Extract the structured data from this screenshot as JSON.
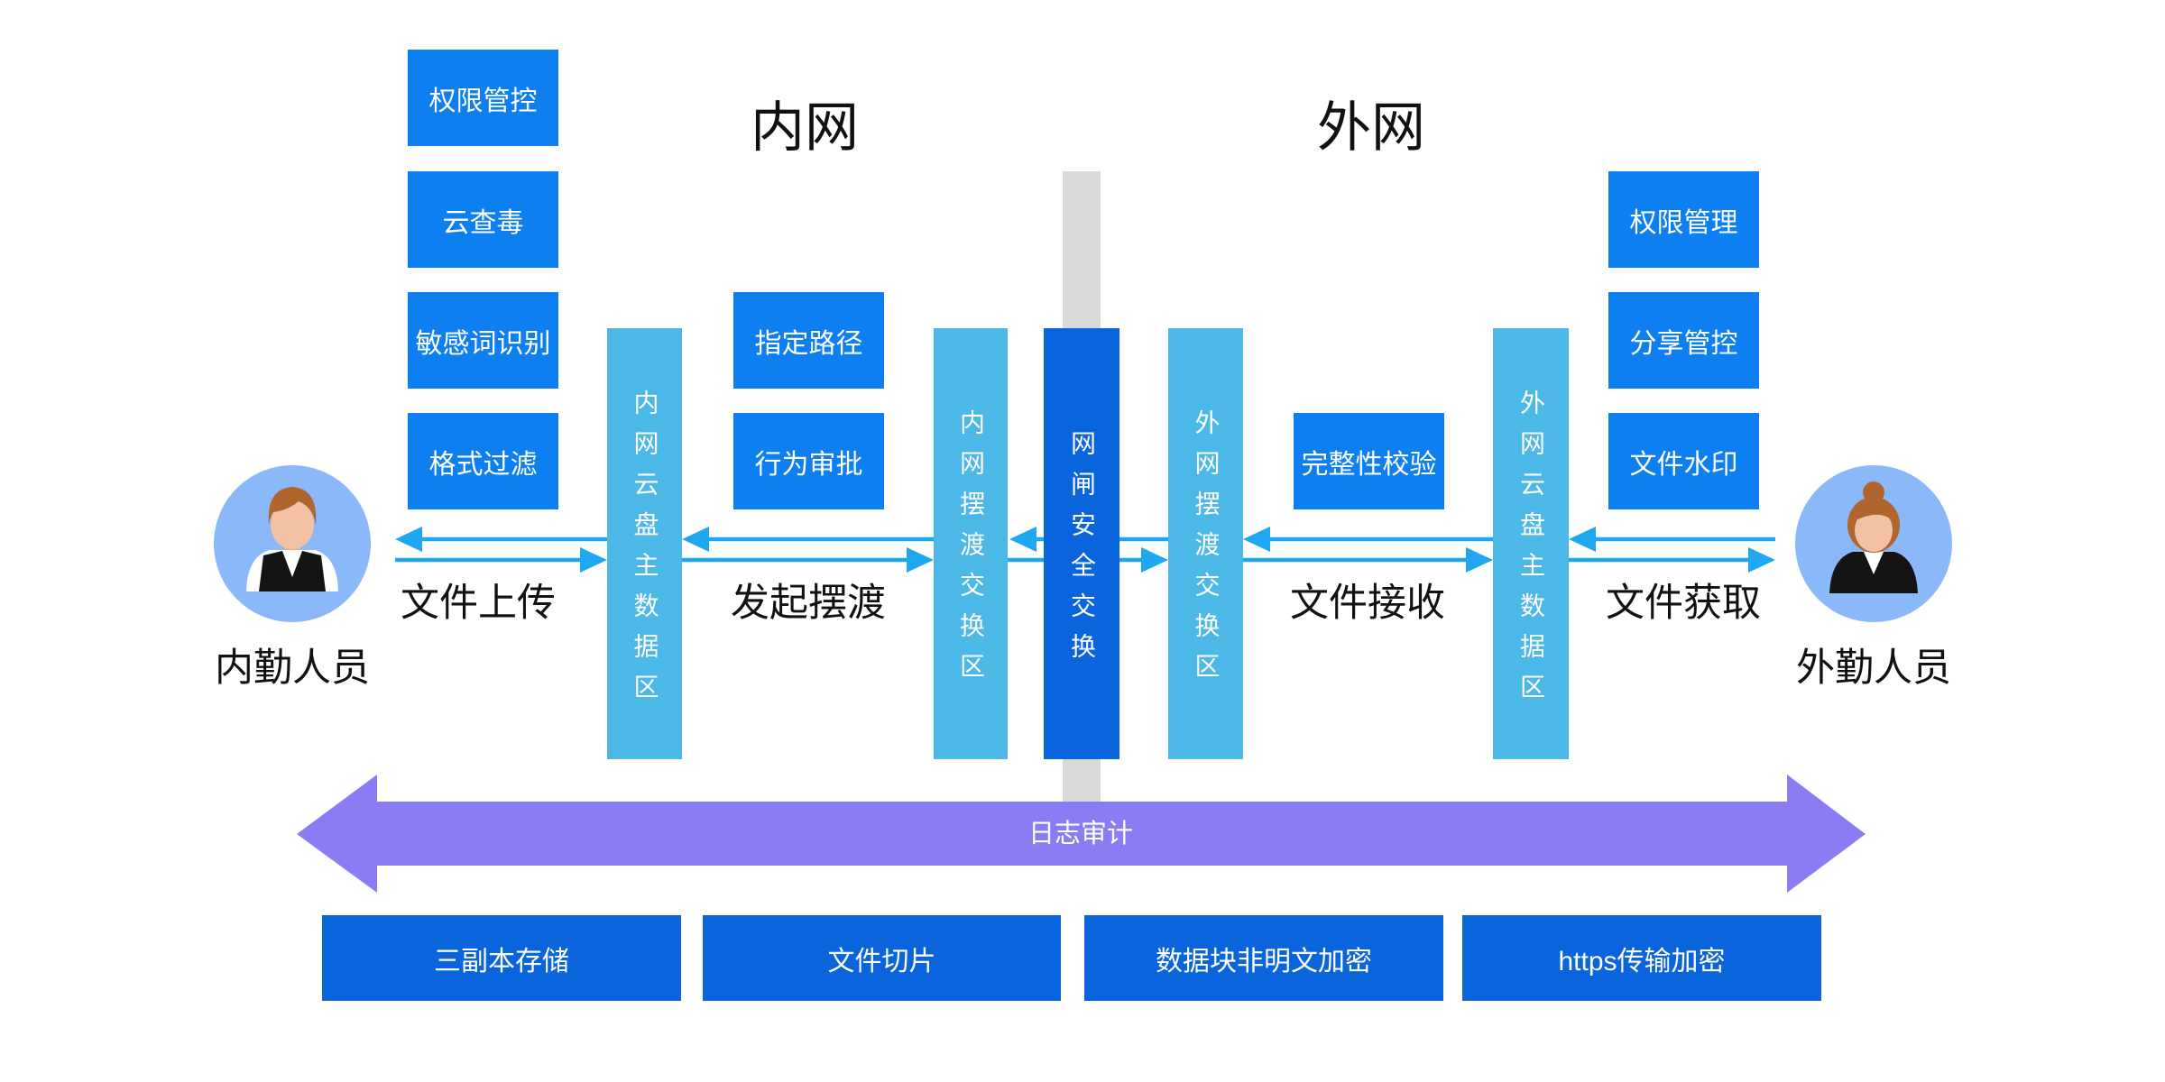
{
  "titles": {
    "intranet": "内网",
    "extranet": "外网"
  },
  "intranet_controls": [
    "权限管控",
    "云查毒",
    "敏感词识别",
    "格式过滤"
  ],
  "ferry_controls": [
    "指定路径",
    "行为审批"
  ],
  "receive_controls": [
    "完整性校验"
  ],
  "extranet_controls": [
    "权限管理",
    "分享管控",
    "文件水印"
  ],
  "zones": {
    "intranet_storage": "内网云盘主数据区",
    "intranet_ferry": "内网摆渡交换区",
    "gateway": "网闸安全交换",
    "extranet_ferry": "外网摆渡交换区",
    "extranet_storage": "外网云盘主数据区"
  },
  "flows": {
    "upload": "文件上传",
    "initiate": "发起摆渡",
    "receive": "文件接收",
    "retrieve": "文件获取"
  },
  "audit": "日志审计",
  "storage_features": [
    "三副本存储",
    "文件切片",
    "数据块非明文加密",
    "https传输加密"
  ],
  "users": {
    "internal": "内勤人员",
    "external": "外勤人员"
  },
  "icons": {
    "internal_user": "office-staff-avatar-icon",
    "external_user": "field-staff-avatar-icon",
    "flow": "bidirectional-arrow-icon",
    "audit": "double-headed-arrow-icon"
  },
  "colors": {
    "feature_box": "#0e7ff0",
    "storage_box": "#0a64dc",
    "gateway_bar": "#0a64dc",
    "zone_bar": "#4cb8e8",
    "flow_arrow": "#1fa8ef",
    "audit_arrow": "#8a7df3",
    "avatar_bg": "#8ab8f8",
    "divider": "#d9d9d9"
  }
}
